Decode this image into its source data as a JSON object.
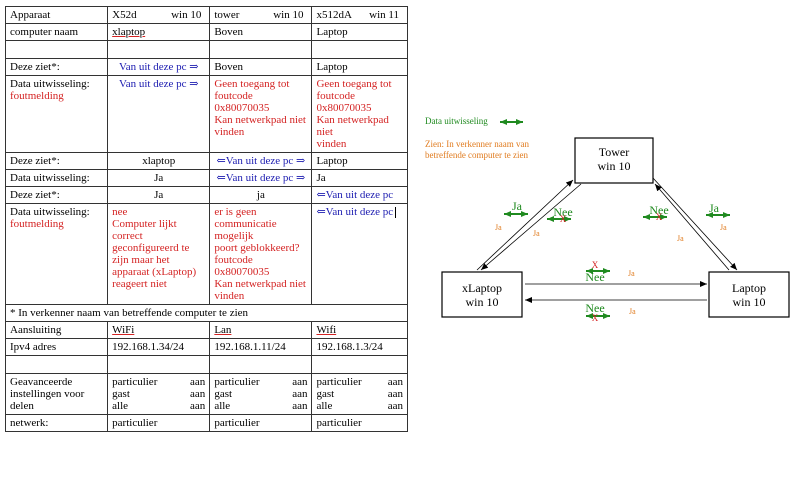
{
  "table": {
    "header": {
      "label": "Apparaat",
      "devices": [
        {
          "model": "X52d",
          "os": "win 10"
        },
        {
          "model": "tower",
          "os": "win 10"
        },
        {
          "model": "x512dA",
          "os": "win 11"
        }
      ]
    },
    "computer_name": {
      "label": "computer naam",
      "values": [
        "xlaptop",
        "Boven",
        "Laptop"
      ]
    },
    "row_a_sees": {
      "label": "Deze ziet*:",
      "values": [
        "Van uit deze pc ⇒",
        "Boven",
        "Laptop"
      ]
    },
    "row_a_exchange": {
      "label": "Data uitwisseling:",
      "error_label": "foutmelding",
      "values": [
        "Van uit deze pc ⇒",
        [
          "Geen toegang tot",
          "foutcode",
          "0x80070035",
          "Kan netwerkpad niet",
          "vinden"
        ],
        [
          "Geen toegang tot",
          "foutcode",
          "0x80070035",
          "Kan netwerkpad niet",
          "vinden"
        ]
      ]
    },
    "row_b_sees": {
      "label": "Deze ziet*:",
      "values": [
        "xlaptop",
        "⇐Van uit deze pc ⇒",
        "Laptop"
      ]
    },
    "row_b_exchange": {
      "label": "Data uitwisseling:",
      "values": [
        "Ja",
        "⇐Van uit deze pc ⇒",
        "Ja"
      ]
    },
    "row_c_sees": {
      "label": "Deze ziet*:",
      "values": [
        "Ja",
        "ja",
        "⇐Van uit deze pc"
      ]
    },
    "row_c_exchange": {
      "label": "Data uitwisseling:",
      "error_label": "foutmelding",
      "values": [
        [
          "nee",
          "Computer lijkt",
          "correct",
          "geconfigureerd te",
          "zijn maar het",
          "apparaat (xLaptop)",
          "reageert niet"
        ],
        [
          "er is geen",
          "communicatie",
          "mogelijk",
          "poort geblokkeerd?",
          "foutcode",
          "0x80070035",
          "Kan netwerkpad niet",
          "vinden"
        ],
        "⇐Van uit deze pc"
      ]
    },
    "footnote": "* In verkenner naam van betreffende computer te zien",
    "connection": {
      "label": "Aansluiting",
      "values": [
        "WiFi",
        "Lan",
        "Wifi"
      ]
    },
    "ipv4": {
      "label": "Ipv4 adres",
      "values": [
        "192.168.1.34/24",
        "192.168.1.11/24",
        "192.168.1.3/24"
      ]
    },
    "advanced": {
      "label": [
        "Geavanceerde",
        "instellingen voor",
        "delen"
      ],
      "rows": [
        {
          "k": "particulier",
          "v": "aan"
        },
        {
          "k": "gast",
          "v": "aan"
        },
        {
          "k": "alle",
          "v": "aan"
        }
      ]
    },
    "network": {
      "label": "netwerk:",
      "values": [
        "particulier",
        "particulier",
        "particulier"
      ]
    }
  },
  "diagram": {
    "legend_exchange": "Data uitwisseling",
    "legend_seen": [
      "Zien: In verkenner naam van",
      "betreffende computer te zien"
    ],
    "nodes": {
      "tower": {
        "name": "Tower",
        "os": "win 10"
      },
      "xlaptop": {
        "name": "xLaptop",
        "os": "win 10"
      },
      "laptop": {
        "name": "Laptop",
        "os": "win 10"
      }
    },
    "labels": {
      "ja": "Ja",
      "nee": "Nee",
      "nee_x": "X"
    },
    "colors": {
      "green": "#1f8a1f",
      "orange": "#e07b1f",
      "cross_red": "#d42323"
    }
  }
}
